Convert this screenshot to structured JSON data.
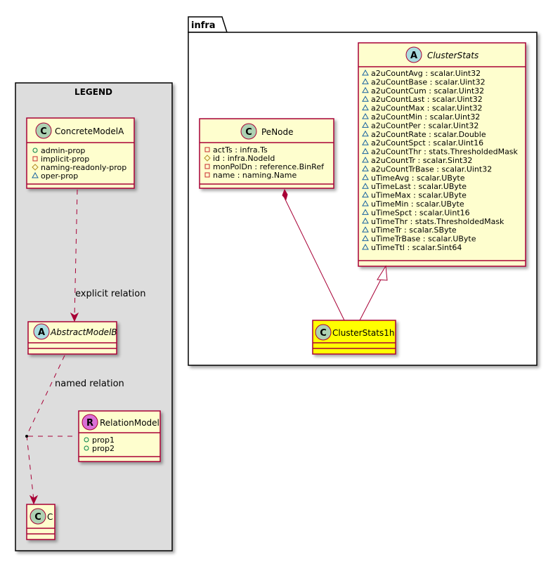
{
  "legend": {
    "title": "LEGEND",
    "concrete_model": {
      "badge": "C",
      "name": "ConcreteModelA",
      "attributes": [
        {
          "vis": "public",
          "text": "admin-prop"
        },
        {
          "vis": "private",
          "text": "implicit-prop"
        },
        {
          "vis": "protected",
          "text": "naming-readonly-prop"
        },
        {
          "vis": "package",
          "text": "oper-prop"
        }
      ]
    },
    "abstract_model": {
      "badge": "A",
      "name": "AbstractModelB"
    },
    "relation_model": {
      "badge": "R",
      "name": "RelationModel",
      "attributes": [
        {
          "vis": "public",
          "text": "prop1"
        },
        {
          "vis": "public",
          "text": "prop2"
        }
      ]
    },
    "c_model": {
      "badge": "C",
      "name": "C"
    },
    "explicit_relation_label": "explicit relation",
    "named_relation_label": "named relation"
  },
  "infra": {
    "package_name": "infra",
    "pe_node": {
      "badge": "C",
      "name": "PeNode",
      "attributes": [
        {
          "vis": "private",
          "text": "actTs : infra.Ts"
        },
        {
          "vis": "protected",
          "text": "id : infra.NodeId"
        },
        {
          "vis": "private",
          "text": "monPolDn : reference.BinRef"
        },
        {
          "vis": "private",
          "text": "name : naming.Name"
        }
      ]
    },
    "cluster_stats": {
      "badge": "A",
      "name": "ClusterStats",
      "attributes": [
        {
          "vis": "package",
          "text": "a2uCountAvg : scalar.Uint32"
        },
        {
          "vis": "package",
          "text": "a2uCountBase : scalar.Uint32"
        },
        {
          "vis": "package",
          "text": "a2uCountCum : scalar.Uint32"
        },
        {
          "vis": "package",
          "text": "a2uCountLast : scalar.Uint32"
        },
        {
          "vis": "package",
          "text": "a2uCountMax : scalar.Uint32"
        },
        {
          "vis": "package",
          "text": "a2uCountMin : scalar.Uint32"
        },
        {
          "vis": "package",
          "text": "a2uCountPer : scalar.Uint32"
        },
        {
          "vis": "package",
          "text": "a2uCountRate : scalar.Double"
        },
        {
          "vis": "package",
          "text": "a2uCountSpct : scalar.Uint16"
        },
        {
          "vis": "package",
          "text": "a2uCountThr : stats.ThresholdedMask"
        },
        {
          "vis": "package",
          "text": "a2uCountTr : scalar.Sint32"
        },
        {
          "vis": "package",
          "text": "a2uCountTrBase : scalar.Uint32"
        },
        {
          "vis": "package",
          "text": "uTimeAvg : scalar.UByte"
        },
        {
          "vis": "package",
          "text": "uTimeLast : scalar.UByte"
        },
        {
          "vis": "package",
          "text": "uTimeMax : scalar.UByte"
        },
        {
          "vis": "package",
          "text": "uTimeMin : scalar.UByte"
        },
        {
          "vis": "package",
          "text": "uTimeSpct : scalar.Uint16"
        },
        {
          "vis": "package",
          "text": "uTimeThr : stats.ThresholdedMask"
        },
        {
          "vis": "package",
          "text": "uTimeTr : scalar.SByte"
        },
        {
          "vis": "package",
          "text": "uTimeTrBase : scalar.UByte"
        },
        {
          "vis": "package",
          "text": "uTimeTtl : scalar.Sint64"
        }
      ]
    },
    "cluster_stats_1h": {
      "badge": "C",
      "name": "ClusterStats1h"
    }
  },
  "colors": {
    "class_fill": "#FEFECE",
    "highlight_fill": "#FFFF00",
    "border": "#A80036",
    "legend_fill": "#DDDDDD",
    "class_badge": "#ADD1B2",
    "abstract_badge": "#A9DCDF",
    "relation_badge": "#DA70D6"
  }
}
